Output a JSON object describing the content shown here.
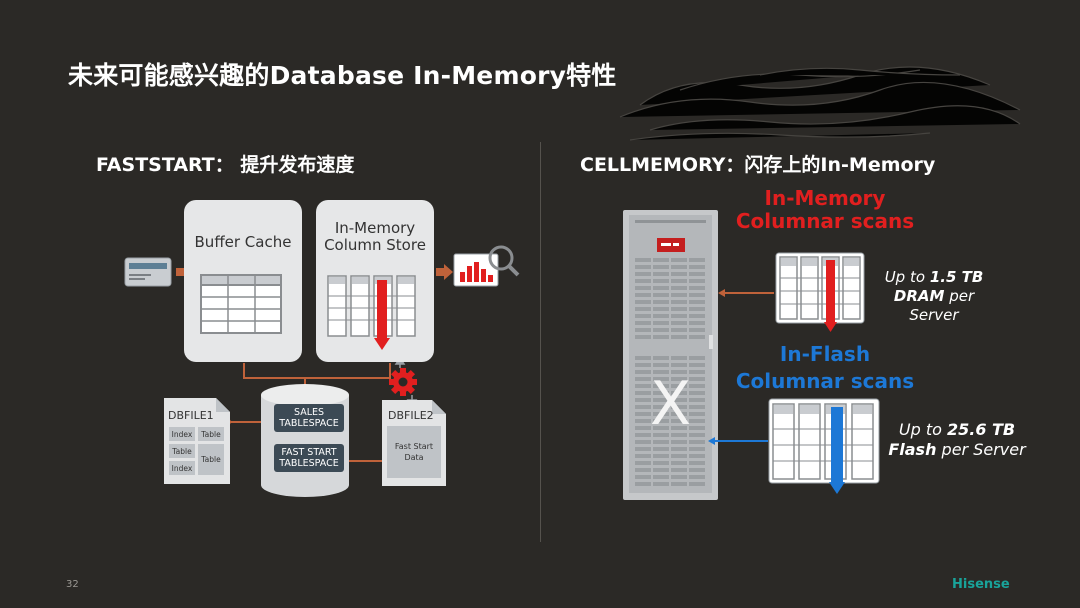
{
  "slide": {
    "title": "未来可能感兴趣的Database In-Memory特性",
    "page_number": "32",
    "brand": "Hisense"
  },
  "left": {
    "heading": "FASTSTART： 提升发布速度",
    "buffer_cache": "Buffer Cache",
    "inmem_store_line1": "In-Memory",
    "inmem_store_line2": "Column Store",
    "dbfile1": {
      "title": "DBFILE1",
      "cells": [
        "Index",
        "Table",
        "Table",
        "Table",
        "Index"
      ]
    },
    "dbfile2": {
      "title": "DBFILE2",
      "content_line1": "Fast Start",
      "content_line2": "Data"
    },
    "tablespace1_line1": "SALES",
    "tablespace1_line2": "TABLESPACE",
    "tablespace2_line1": "FAST START",
    "tablespace2_line2": "TABLESPACE"
  },
  "right": {
    "heading": "CELLMEMORY：闪存上的In-Memory",
    "inmem_label_line1": "In-Memory",
    "inmem_label_line2": "Columnar scans",
    "dram_note": {
      "prefix": "Up to ",
      "amount": "1.5 TB",
      "type": "DRAM",
      "suffix": " per",
      "line3": "Server"
    },
    "flash_label_line1": "In-Flash",
    "flash_label_line2": "Columnar scans",
    "flash_note": {
      "prefix": "Up to ",
      "amount": "25.6 TB",
      "type": "Flash",
      "suffix": " per Server"
    },
    "server_mark": "X"
  },
  "colors": {
    "background": "#2b2926",
    "accent_red": "#e11f1f",
    "accent_blue": "#1d78d6",
    "arrow_orange": "#c0623a",
    "brand_green": "#19a39a"
  }
}
